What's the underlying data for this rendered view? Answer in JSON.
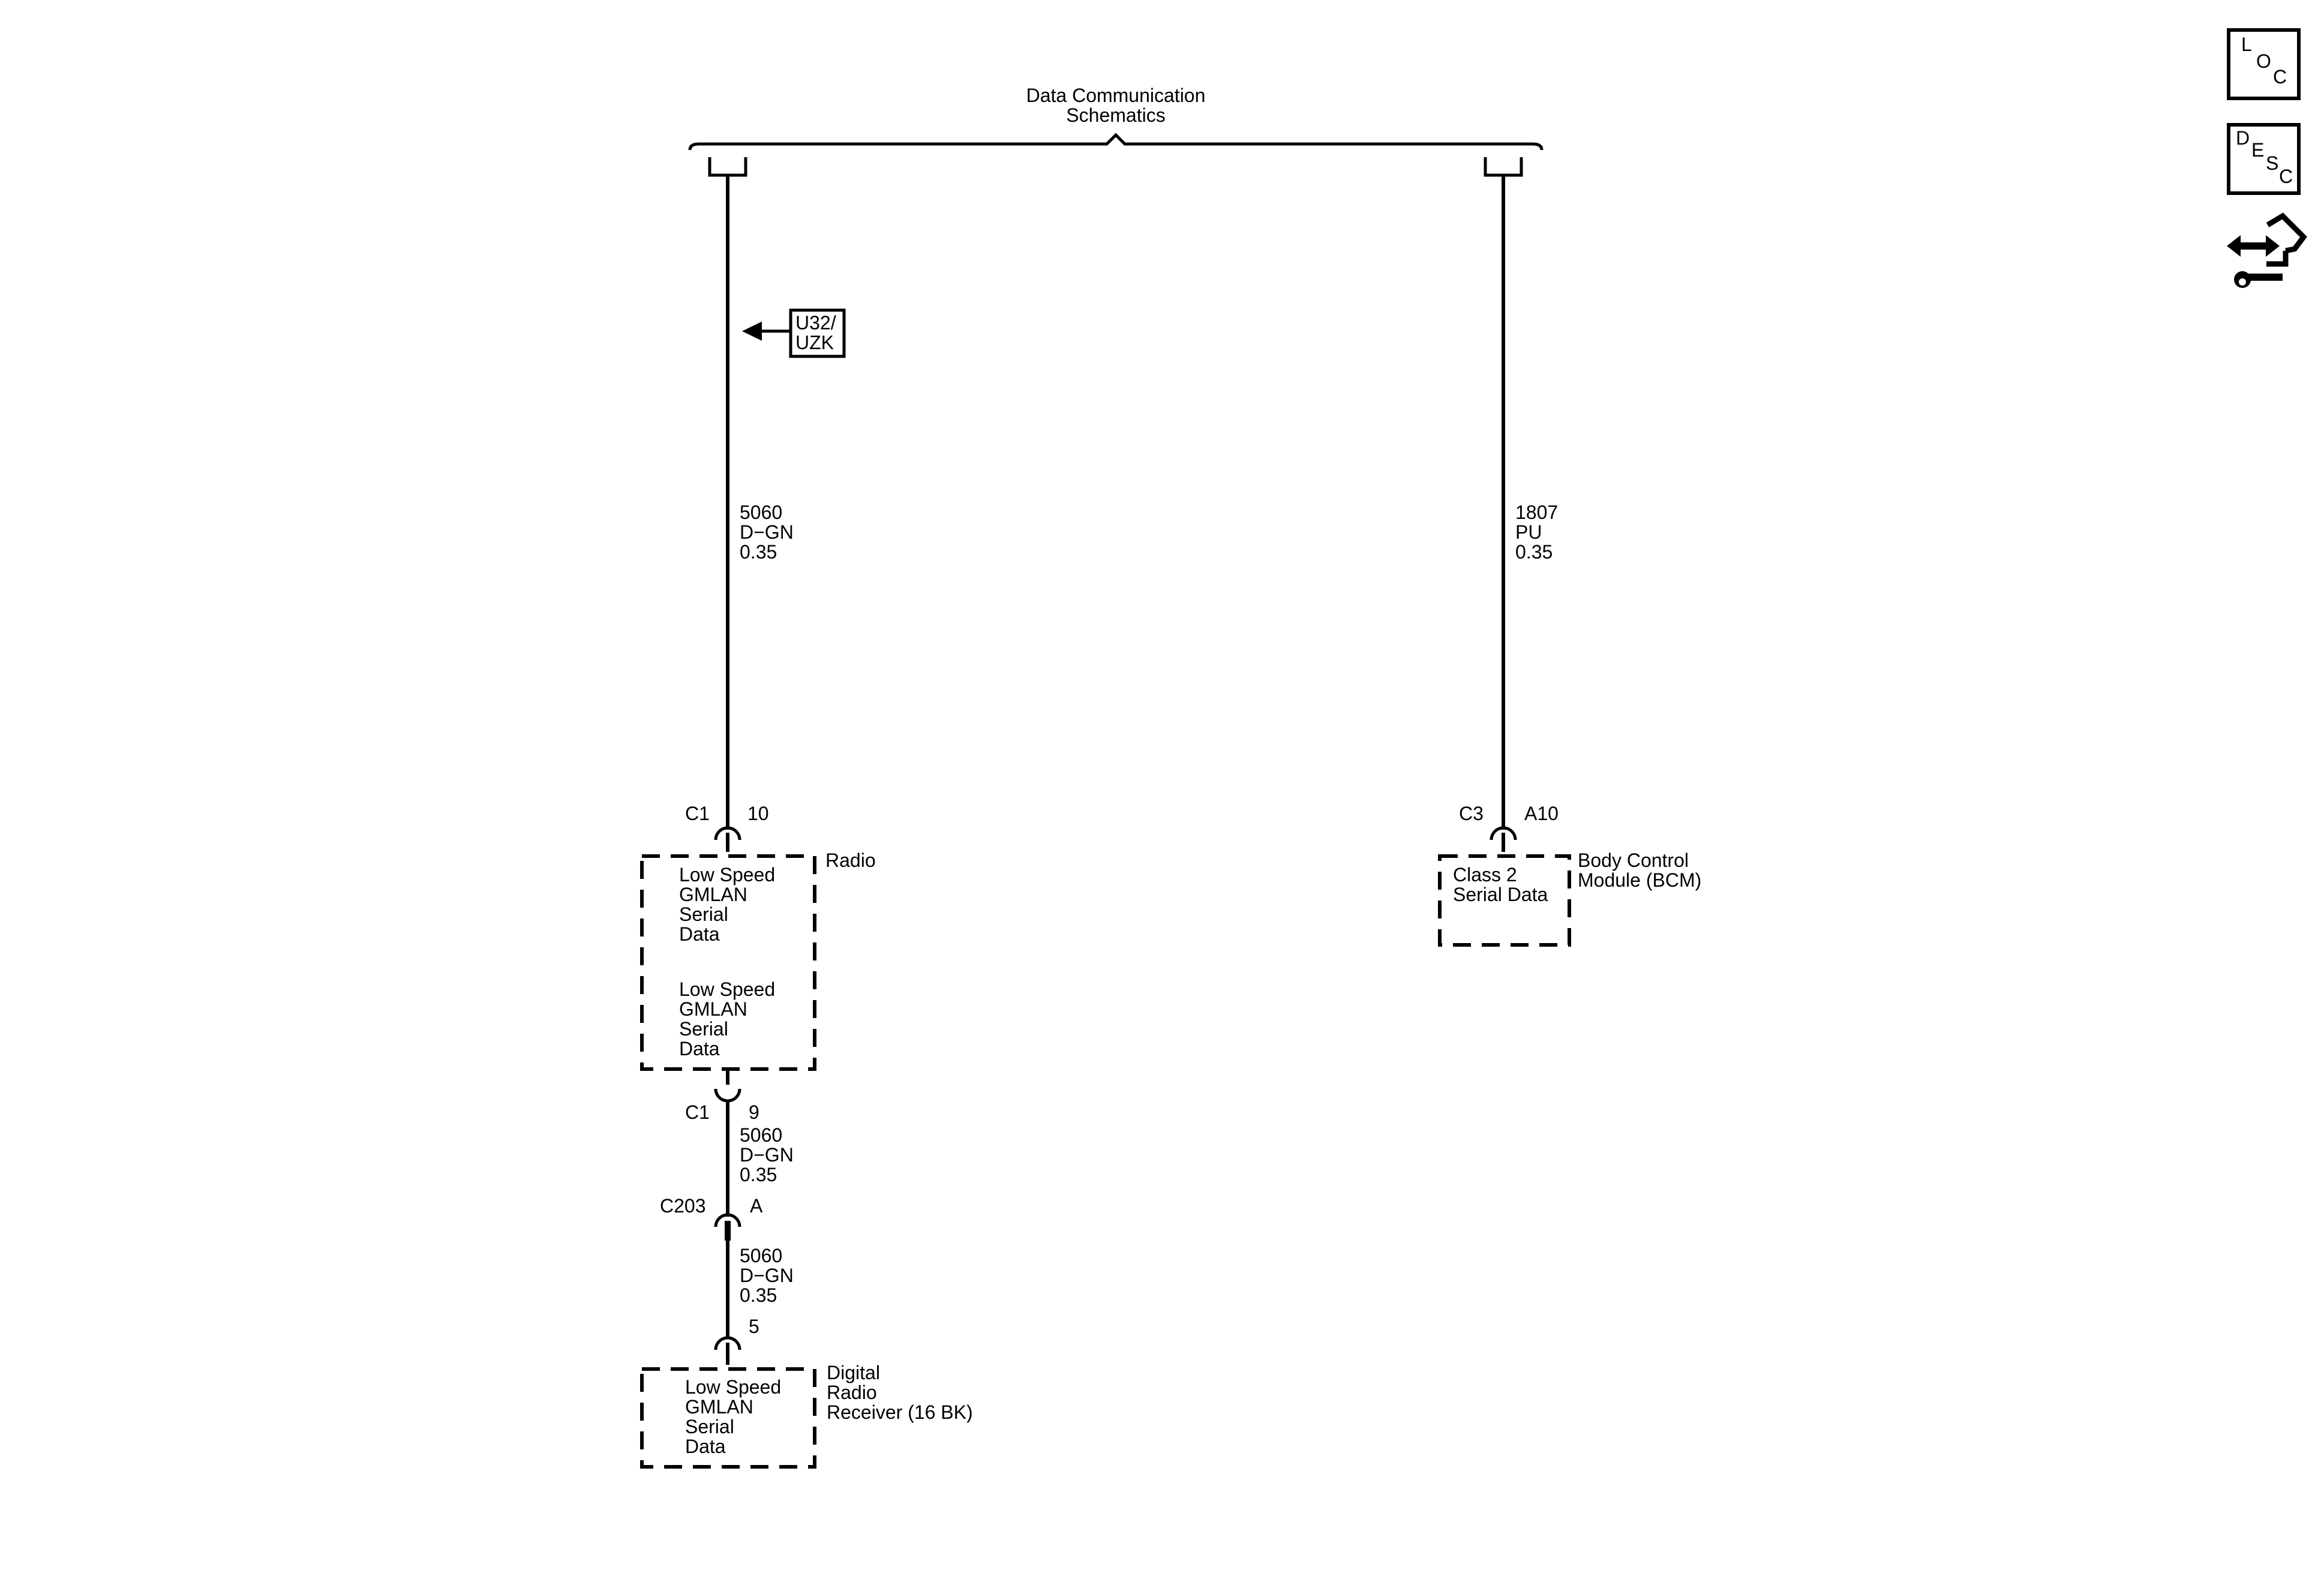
{
  "header": {
    "bracket_title": "Data Communication\nSchematics"
  },
  "icons": {
    "loc": {
      "l1": "L",
      "l2": "O",
      "l3": "C"
    },
    "desc": {
      "l1": "D",
      "l2": "E",
      "l3": "S",
      "l4": "C"
    },
    "wrench": "connector-repair-icon"
  },
  "left_branch": {
    "option_ref": "U32/\nUZK",
    "wire_top": "5060\nD−GN\n0.35",
    "radio_top_connector": "C1",
    "radio_top_pin": "10",
    "radio_name": "Radio",
    "radio_func_1": "Low Speed\nGMLAN\nSerial\nData",
    "radio_func_2": "Low Speed\nGMLAN\nSerial\nData",
    "radio_bottom_connector": "C1",
    "radio_bottom_pin": "9",
    "wire_mid": "5060\nD−GN\n0.35",
    "inline_connector": "C203",
    "inline_pin": "A",
    "wire_low": "5060\nD−GN\n0.35",
    "receiver_pin": "5",
    "receiver_func": "Low Speed\nGMLAN\nSerial\nData",
    "receiver_name": "Digital\nRadio\nReceiver (16 BK)"
  },
  "right_branch": {
    "wire": "1807\nPU\n0.35",
    "connector": "C3",
    "pin": "A10",
    "func": "Class 2\nSerial Data",
    "module_name": "Body Control\nModule (BCM)"
  }
}
